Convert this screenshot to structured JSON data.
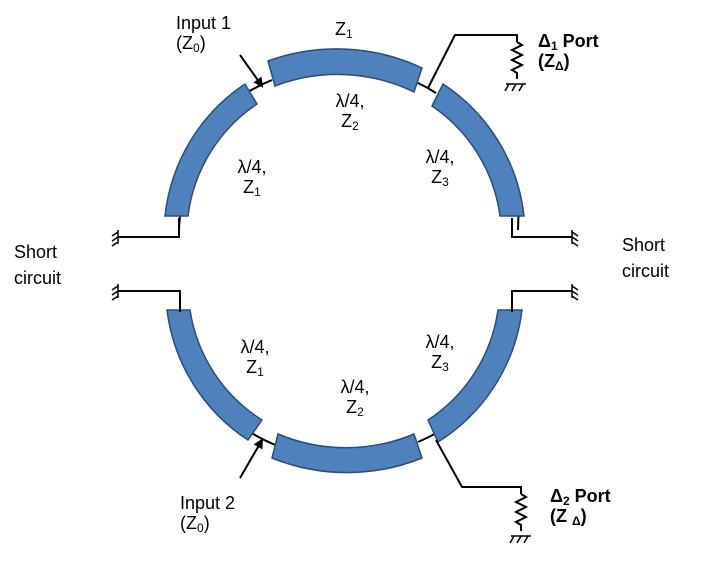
{
  "top_ring": {
    "z1_top": "Z",
    "z1_top_sub": "1",
    "input1_line1": "Input 1",
    "input1_z": "Z",
    "input1_z_sub": "0",
    "seg_left": {
      "len": "λ/4,",
      "z": "Z",
      "sub": "1"
    },
    "seg_top": {
      "len": "λ/4,",
      "z": "Z",
      "sub": "2"
    },
    "seg_right": {
      "len": "λ/4,",
      "z": "Z",
      "sub": "3"
    },
    "port1_delta": "Δ",
    "port1_delta_sub": "1",
    "port1_word": "Port",
    "port1_z": "Z",
    "port1_z_sub": "Δ"
  },
  "bottom_ring": {
    "input2_line1": "Input 2",
    "input2_z": "Z",
    "input2_z_sub": "0",
    "seg_left": {
      "len": "λ/4,",
      "z": "Z",
      "sub": "1"
    },
    "seg_bottom": {
      "len": "λ/4,",
      "z": "Z",
      "sub": "2"
    },
    "seg_right": {
      "len": "λ/4,",
      "z": "Z",
      "sub": "3"
    },
    "port2_delta": "Δ",
    "port2_delta_sub": "2",
    "port2_word": "Port",
    "port2_z": "Z ",
    "port2_z_sub": "Δ"
  },
  "short_left": {
    "line1": "Short",
    "line2": "circuit"
  },
  "short_right": {
    "line1": "Short",
    "line2": "circuit"
  },
  "colors": {
    "segment_fill": "#4f81bd",
    "segment_stroke": "#2c4d75"
  }
}
